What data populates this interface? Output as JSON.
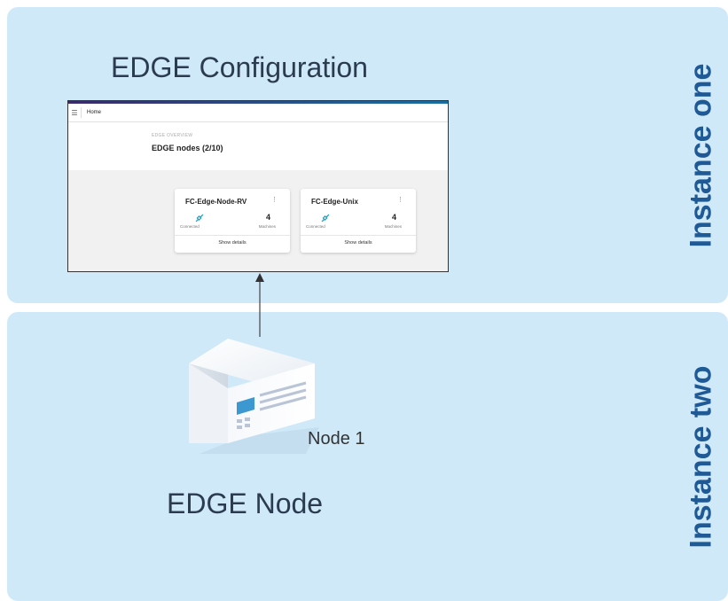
{
  "instance_one": {
    "label": "Instance one",
    "title": "EDGE Configuration",
    "screenshot": {
      "menu_icon": "hamburger-menu-icon",
      "breadcrumb": "Home",
      "overview_label": "EDGE OVERVIEW",
      "nodes_title": "EDGE nodes  (2/10)",
      "cards": [
        {
          "name": "FC-Edge-Node-RV",
          "status": "Connected",
          "status_icon": "connected-plug-icon",
          "count": "4",
          "count_label": "Machines",
          "details_label": "Show details"
        },
        {
          "name": "FC-Edge-Unix",
          "status": "Connected",
          "status_icon": "connected-plug-icon",
          "count": "4",
          "count_label": "Machines",
          "details_label": "Show details"
        }
      ]
    }
  },
  "instance_two": {
    "label": "Instance two",
    "title": "EDGE Node",
    "node_label": "Node 1",
    "node_icon": "server-box-icon"
  },
  "colors": {
    "panel_bg": "#cfe9f9",
    "label_blue": "#1f5a96",
    "accent_teal": "#2d9cc4"
  }
}
